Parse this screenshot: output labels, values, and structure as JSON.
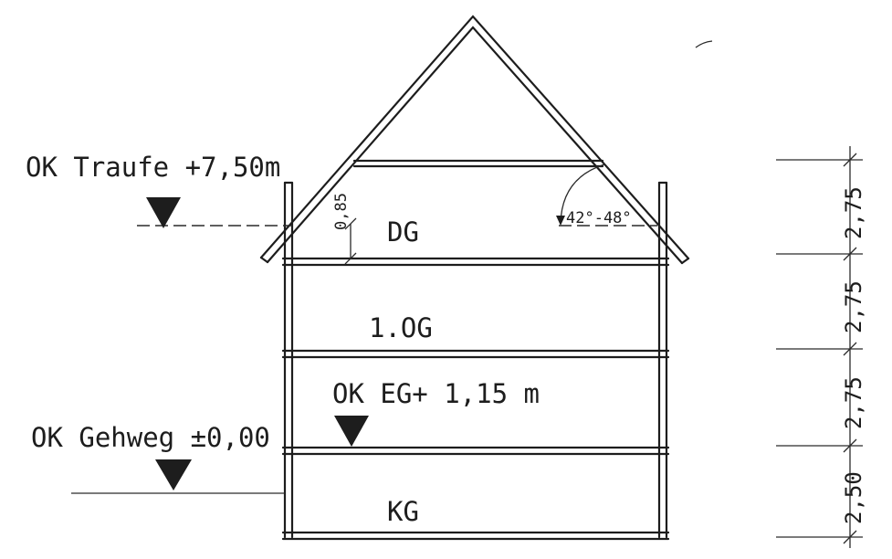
{
  "levels": {
    "eaves": "OK Traufe +7,50m",
    "sidewalk": "OK Gehweg ±0,00",
    "ground_floor": "OK EG+ 1,15 m"
  },
  "floors": {
    "attic": "DG",
    "first": "1.OG",
    "basement": "KG"
  },
  "annotations": {
    "knee_wall": "0,85",
    "roof_pitch": "42°-48°"
  },
  "dimensions": [
    "2,75",
    "2,75",
    "2,75",
    "2,50"
  ],
  "colors": {
    "ink": "#1d1d1d",
    "paper": "#ffffff"
  }
}
